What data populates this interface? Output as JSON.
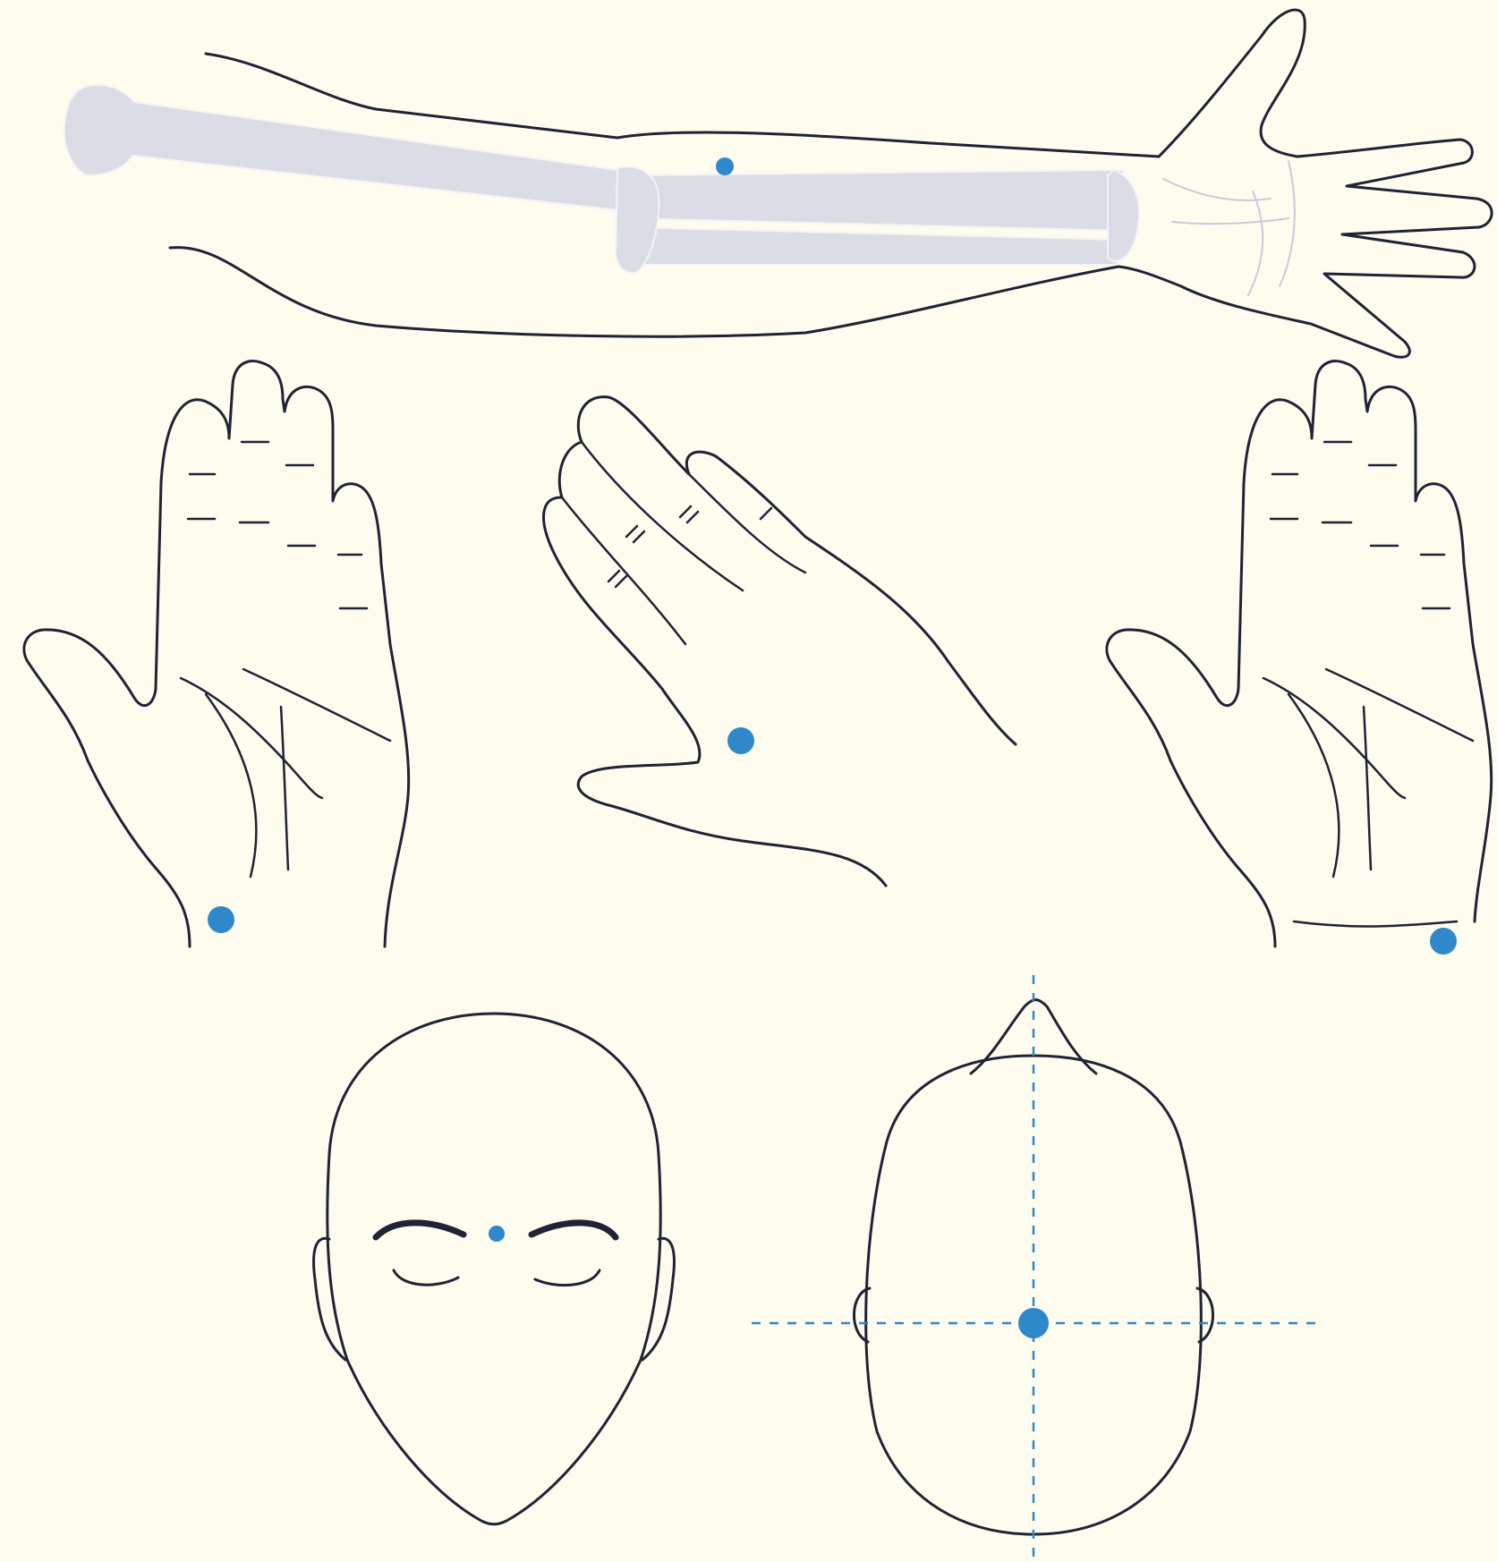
{
  "colors": {
    "background": "#fdfcee",
    "outline": "#1f2333",
    "point": "#2f88c9",
    "bone": "#dcdce6",
    "bone_edge": "#f4f4f7",
    "palm_line": "#c9ccd8"
  },
  "figures": [
    {
      "id": "forearm",
      "point_icon": "acupoint-dot"
    },
    {
      "id": "left-palm",
      "point_icon": "acupoint-dot"
    },
    {
      "id": "back-of-hand",
      "point_icon": "acupoint-dot"
    },
    {
      "id": "right-palm",
      "point_icon": "acupoint-dot"
    },
    {
      "id": "face-front",
      "point_icon": "acupoint-dot"
    },
    {
      "id": "head-top",
      "point_icon": "acupoint-dot",
      "guides": "dashed-crosshair"
    }
  ]
}
